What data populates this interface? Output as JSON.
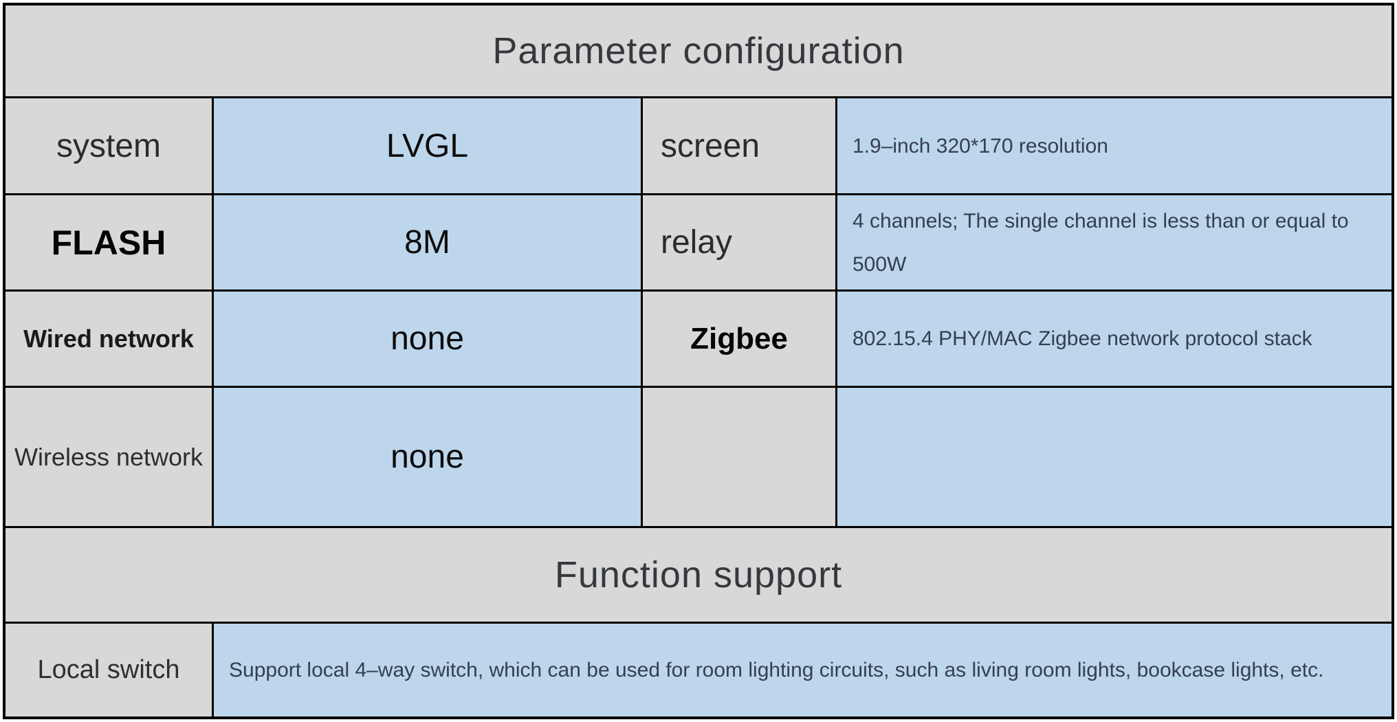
{
  "colors": {
    "border": "#000000",
    "header_bg": "#d8d8d8",
    "label_bg": "#d8d8d8",
    "value_bg": "#bdd6ec",
    "title_text": "#35383d",
    "desc_text": "#33404f"
  },
  "parameter_section": {
    "title": "Parameter configuration",
    "rows": {
      "row1": {
        "key1": "system",
        "val1": "LVGL",
        "key2": "screen",
        "val2": "1.9–inch 320*170 resolution"
      },
      "row2": {
        "key1": "FLASH",
        "val1": "8M",
        "key2": "relay",
        "val2": "4 channels; The single channel is less than or equal to 500W"
      },
      "row3": {
        "key1": "Wired network",
        "val1": "none",
        "key2": "Zigbee",
        "val2": "802.15.4 PHY/MAC Zigbee network protocol stack"
      },
      "row4": {
        "key1": "Wireless network",
        "val1": "none",
        "key2": "",
        "val2": ""
      }
    }
  },
  "function_section": {
    "title": "Function support",
    "rows": {
      "row1": {
        "key": "Local switch",
        "val": "Support local 4–way switch, which can be used for room lighting circuits, such as living room lights, bookcase lights, etc."
      }
    }
  }
}
